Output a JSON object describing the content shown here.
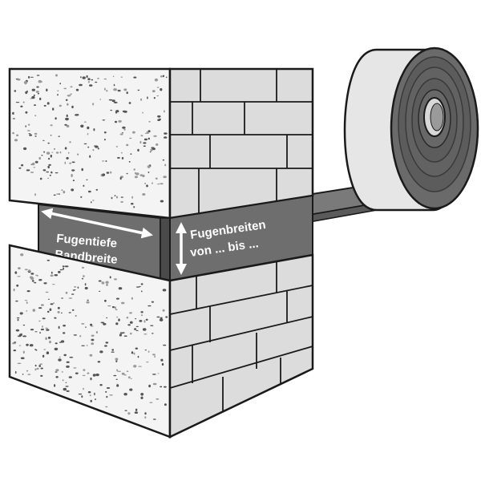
{
  "labels": {
    "depth_line1": "Fugentiefe",
    "depth_line2": "Bandbreite",
    "width_line1": "Fugenbreiten",
    "width_line2": "von ... bis ..."
  },
  "colors": {
    "outline": "#1a1a1a",
    "concrete_face": "#f4f4f4",
    "brick_face": "#dcdcdc",
    "mortar": "#9a9a9a",
    "tape_front": "#6e6e6e",
    "tape_side": "#5a5a5a",
    "roll_outer": "#e6e6e6",
    "roll_face": "#5c5c5c",
    "roll_core": "#d8d8d8",
    "arrow": "#ffffff"
  }
}
